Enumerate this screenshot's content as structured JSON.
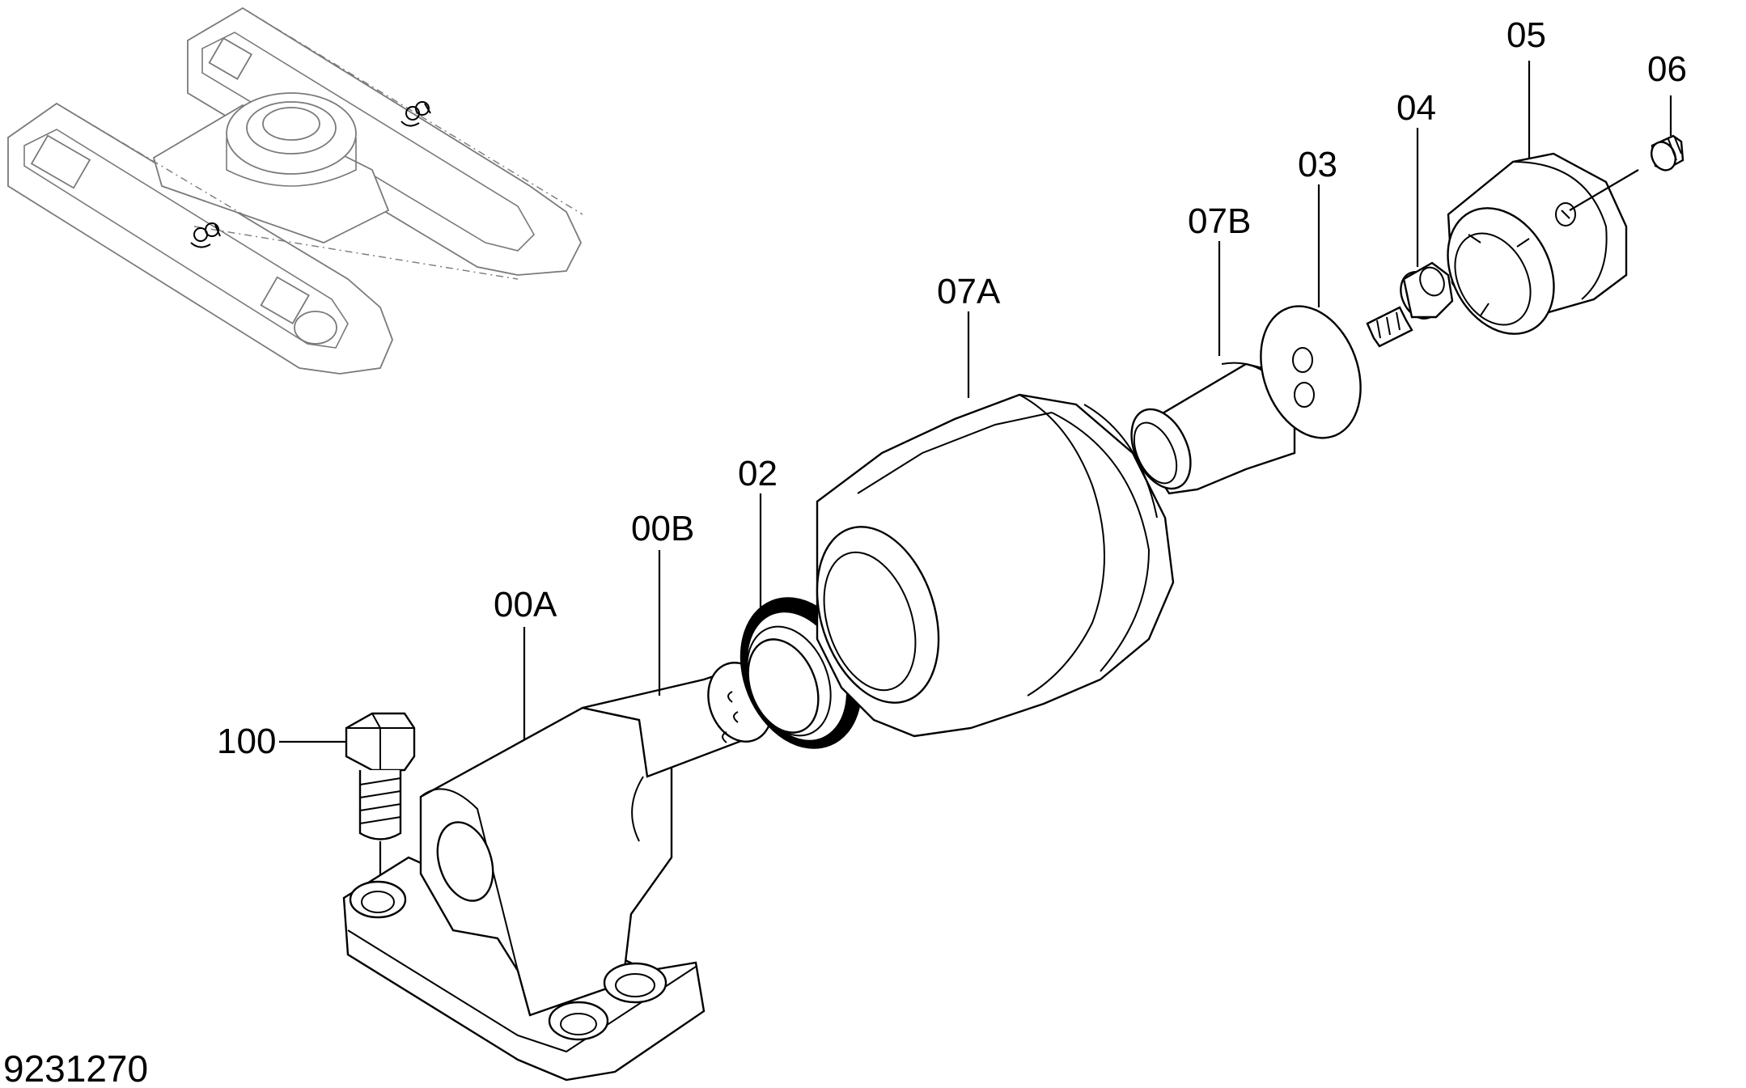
{
  "figure_number": "9231270",
  "callouts": {
    "c100": "100",
    "c00A": "00A",
    "c00B": "00B",
    "c02": "02",
    "c07A": "07A",
    "c07B": "07B",
    "c03": "03",
    "c04": "04",
    "c05": "05",
    "c06": "06"
  }
}
